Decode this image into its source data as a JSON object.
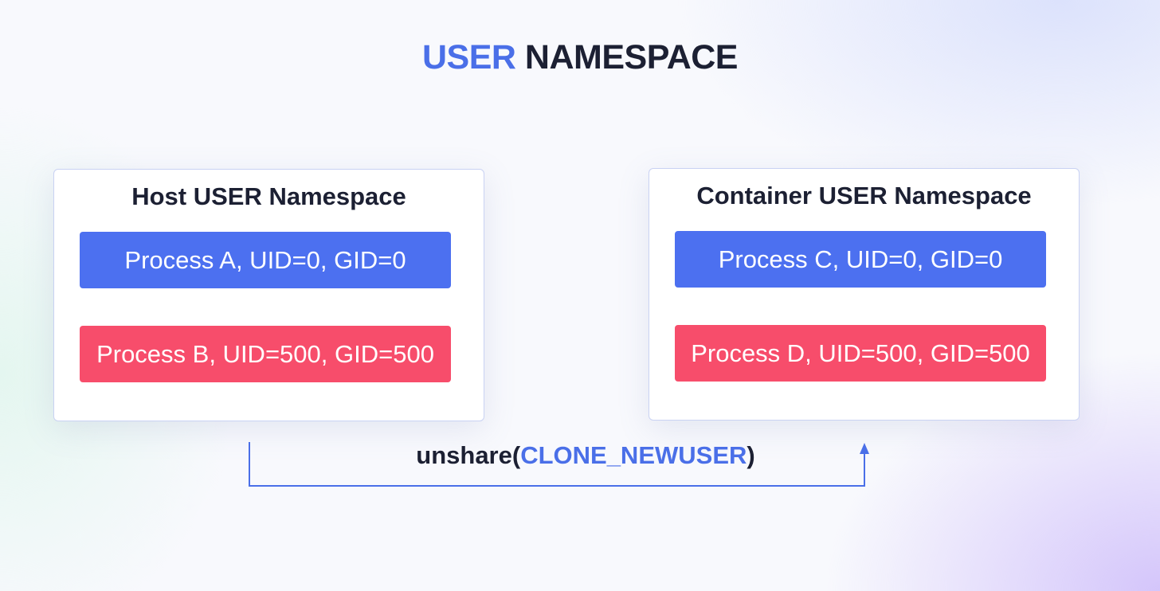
{
  "title": {
    "accent_word": "USER",
    "rest": "NAMESPACE"
  },
  "host_namespace": {
    "title": "Host USER Namespace",
    "processes": [
      {
        "label": "Process A, UID=0, GID=0",
        "color": "#4c70f0"
      },
      {
        "label": "Process B, UID=500, GID=500",
        "color": "#f74d6b"
      }
    ]
  },
  "container_namespace": {
    "title": "Container USER Namespace",
    "processes": [
      {
        "label": "Process C, UID=0, GID=0",
        "color": "#4c70f0"
      },
      {
        "label": "Process D, UID=500, GID=500",
        "color": "#f74d6b"
      }
    ]
  },
  "syscall": {
    "prefix": "unshare(",
    "flag": "CLONE_NEWUSER",
    "suffix": ")"
  },
  "colors": {
    "accent": "#4a6fe8",
    "process_blue": "#4c70f0",
    "process_red": "#f74d6b",
    "text_dark": "#1c2033",
    "arrow": "#4a6fe8"
  },
  "icons": {
    "connector": "arrow-up-connector-icon"
  }
}
